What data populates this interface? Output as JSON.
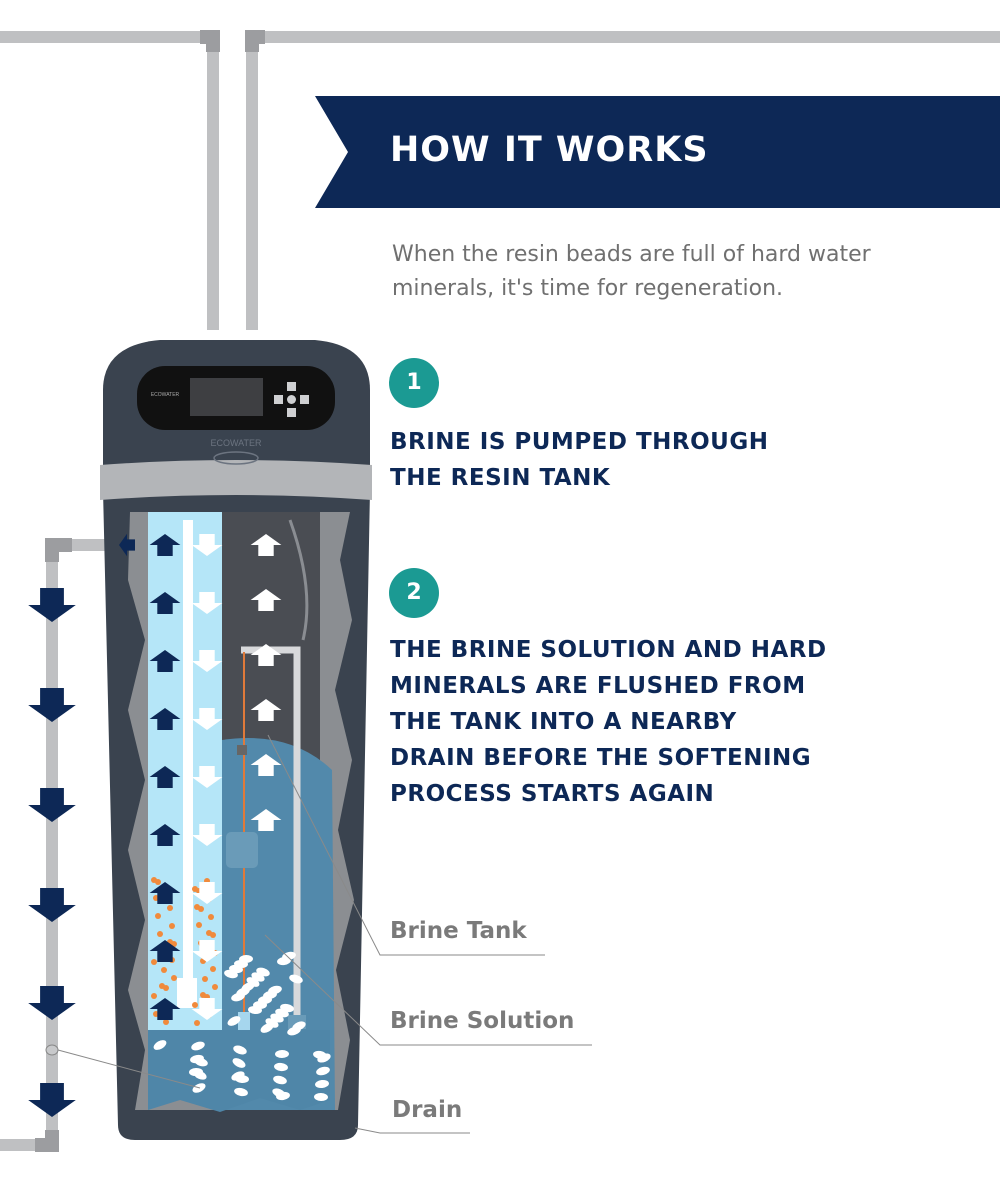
{
  "header": {
    "title": "HOW IT WORKS"
  },
  "intro": "When the resin beads are full of hard water minerals, it's time for regeneration.",
  "steps": [
    {
      "number": "1",
      "text": "BRINE IS PUMPED THROUGH\nTHE RESIN TANK"
    },
    {
      "number": "2",
      "text": "THE BRINE SOLUTION AND HARD\nMINERALS ARE FLUSHED FROM\nTHE TANK INTO A NEARBY\nDRAIN BEFORE THE SOFTENING\nPROCESS STARTS AGAIN"
    }
  ],
  "labels": {
    "brine_tank": "Brine Tank",
    "brine_solution": "Brine Solution",
    "drain": "Drain"
  },
  "logo": "ECOWATER",
  "colors": {
    "navy": "#0d2856",
    "teal": "#1b9a93",
    "resin": "#b5e6f8",
    "brine": "#4f86a8",
    "pipe": "#bfc0c2",
    "tank": "#3a434f"
  }
}
